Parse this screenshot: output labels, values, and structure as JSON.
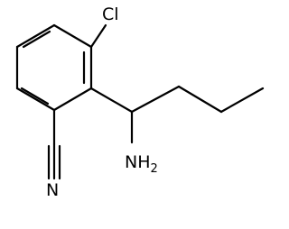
{
  "molecule": {
    "atoms": {
      "chlorine": "Cl",
      "amine": "NH",
      "amine_subscript": "2",
      "nitrile_nitrogen": "N"
    },
    "colors": {
      "bond": "#000000",
      "label": "#000000",
      "background": "#ffffff"
    }
  }
}
